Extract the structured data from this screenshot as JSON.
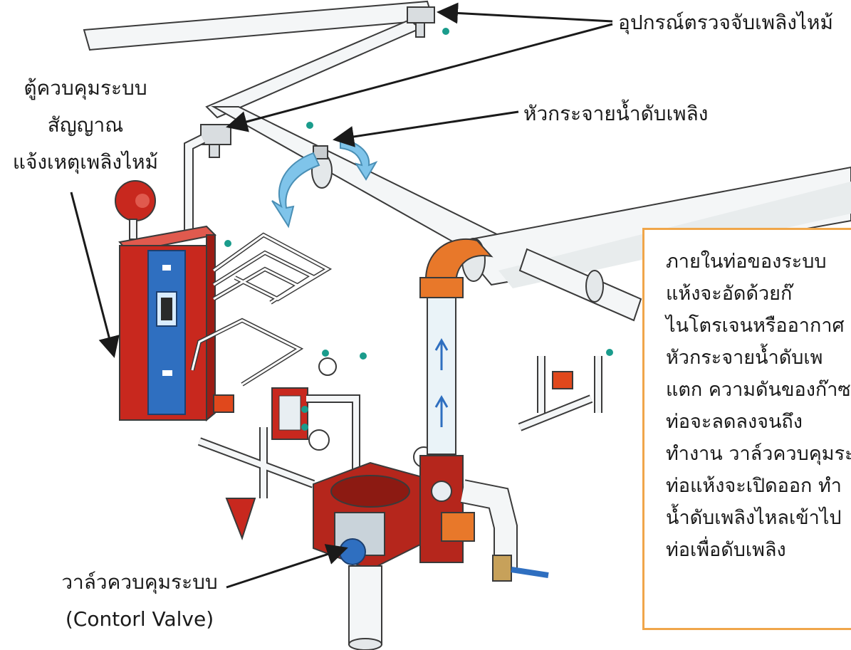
{
  "labels": {
    "fire_detector": "อุปกรณ์ตรวจจับเพลิงไหม้",
    "sprinkler_head": "หัวกระจายน้ำดับเพลิง",
    "alarm_panel": [
      "ตู้ควบคุมระบบ",
      "สัญญาณ",
      "แจ้งเหตุเพลิงไหม้"
    ],
    "control_valve": [
      "วาล์วควบคุมระบบ",
      "(Contorl Valve)"
    ]
  },
  "note": {
    "lines": [
      "ภายในท่อของระบบ",
      "แห้งจะอัดด้วยก๊",
      "ไนโตรเจนหรืออากาศ",
      "หัวกระจายน้ำดับเพ",
      "แตก ความดันของก๊าซ",
      "ท่อจะลดลงจนถึง",
      "ทำงาน วาล์วควบคุมระ",
      "ท่อแห้งจะเปิดออก ทำ",
      "น้ำดับเพลิงไหลเข้าไป",
      "ท่อเพื่อดับเพลิง"
    ]
  },
  "colors": {
    "pipe": "#f4f6f7",
    "pipe_outline": "#3a3a3a",
    "panel_red": "#c8281e",
    "panel_blue": "#2f6fc0",
    "valve_red": "#b5261c",
    "elbow_orange": "#e8782a",
    "arrow_blue": "#7fc4ea",
    "sensor_teal": "#1a9c8c",
    "note_border": "#f0a64a"
  }
}
